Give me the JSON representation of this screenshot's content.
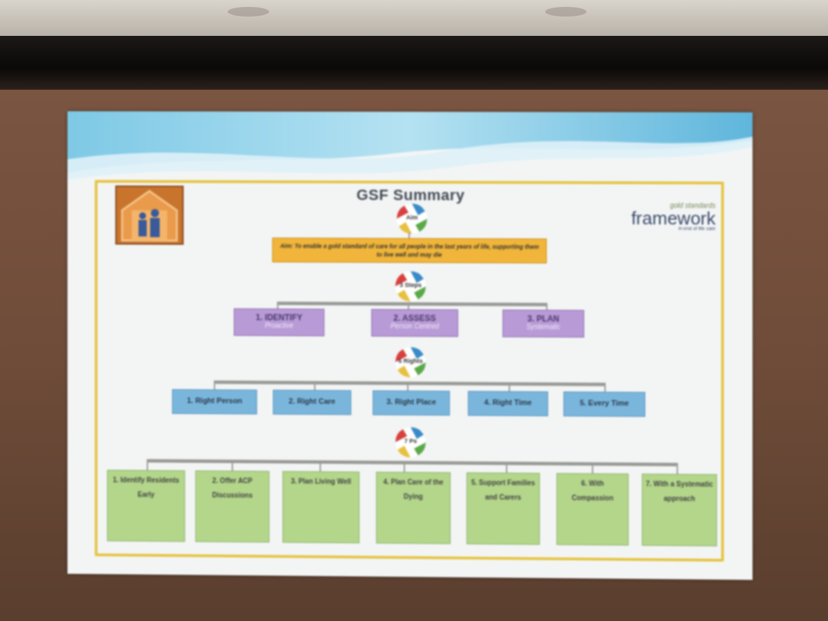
{
  "slide": {
    "title": "GSF Summary",
    "brand": {
      "top": "gold standards",
      "main": "framework",
      "sub": "in end of life care"
    },
    "aim_star_label": "Aim",
    "aim_text": "Aim: To enable a gold standard of care for all people in the last years of life, supporting them to live well and may die",
    "steps_star_label": "3 Steps",
    "steps": [
      {
        "title": "1. IDENTIFY",
        "subtitle": "Proactive"
      },
      {
        "title": "2. ASSESS",
        "subtitle": "Person Centred"
      },
      {
        "title": "3. PLAN",
        "subtitle": "Systematic"
      }
    ],
    "rights_star_label": "5 Rights",
    "rights": [
      "1. Right Person",
      "2. Right Care",
      "3. Right Place",
      "4. Right Time",
      "5. Every Time"
    ],
    "outcomes_star_label": "7 Ps",
    "outcomes": [
      "1. Identify Residents Early",
      "2. Offer ACP Discussions",
      "3. Plan Living Well",
      "4. Plan Care of the Dying",
      "5. Support Families and Carers",
      "6. With Compassion",
      "7. With a Systematic approach"
    ],
    "colors": {
      "aim": "#f0b53a",
      "steps": "#b89ad6",
      "rights": "#7ab6dc",
      "outcomes": "#b3d68a",
      "frame": "#e6c443"
    }
  }
}
